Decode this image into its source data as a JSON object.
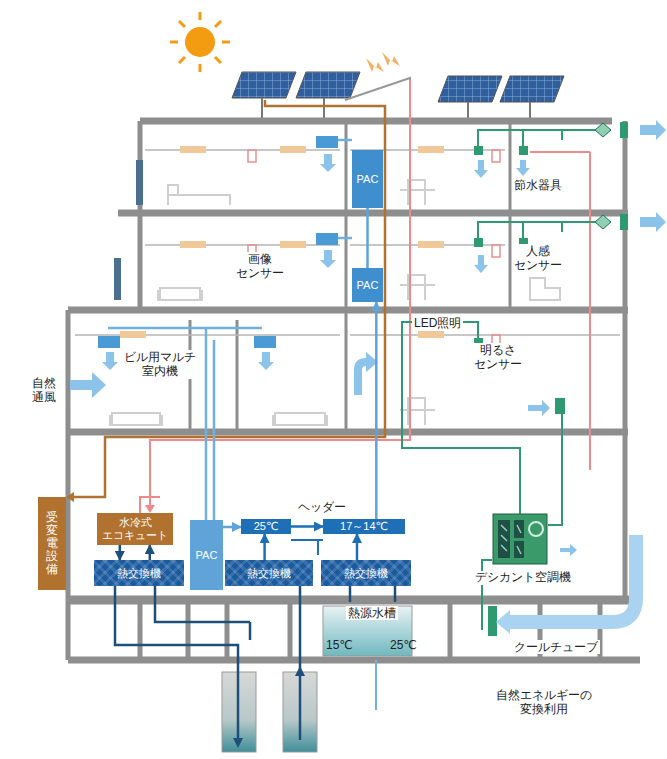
{
  "diagram": {
    "nodes": [
      {
        "text": [
          "PAC"
        ]
      },
      {
        "text": [
          "PAC"
        ]
      },
      {
        "text": [
          "受変電設備"
        ]
      },
      {
        "text": [
          "水冷式 エコキュート"
        ]
      },
      {
        "text": [
          "PAC"
        ]
      },
      {
        "text": [
          "25℃"
        ]
      },
      {
        "text": [
          "17～14℃"
        ]
      },
      {
        "text": [
          "デシカント空調機"
        ]
      },
      {
        "text": [
          "熱交換機"
        ]
      },
      {
        "text": [
          "熱交換機"
        ]
      },
      {
        "text": [
          "熱交換機"
        ]
      }
    ],
    "edges": [
      {
        "from": 3,
        "to": 8,
        "arrow": "to"
      },
      {
        "from": 8,
        "to": 3,
        "arrow": "to"
      },
      {
        "from": 9,
        "to": 5,
        "arrow": "to"
      },
      {
        "from": 10,
        "to": 6,
        "arrow": "to"
      },
      {
        "from": 4,
        "to": 5,
        "arrow": "to"
      },
      {
        "from": 5,
        "to": 6,
        "arrow": "to"
      },
      {
        "from": 6,
        "to": 1,
        "arrow": "to"
      },
      {
        "from": 1,
        "to": 0,
        "arrow": "none"
      }
    ],
    "labels": [
      "節水器具",
      "画像 センサー",
      "人感 センサー",
      "LED照明",
      "明るさ センサー",
      "ビル用マルチ 室内機",
      "自然 通風",
      "ヘッダー",
      "熱源水槽",
      "15℃",
      "25℃",
      "クールチューブ",
      "自然エネルギーの 変換利用"
    ]
  }
}
